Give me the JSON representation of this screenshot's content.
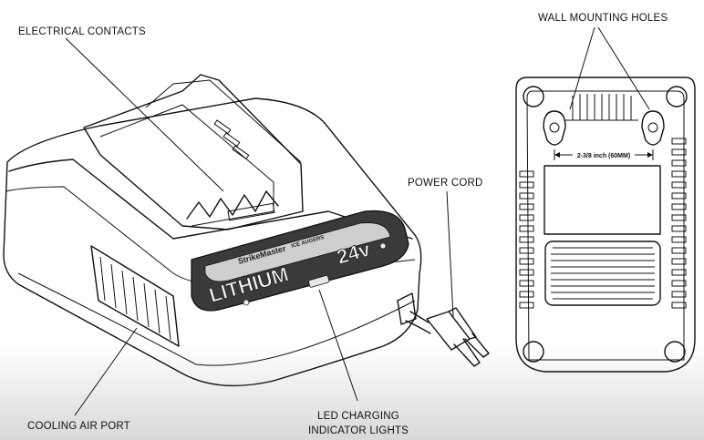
{
  "labels": {
    "electrical_contacts": "ELECTRICAL CONTACTS",
    "wall_mounting_holes": "WALL MOUNTING HOLES",
    "power_cord": "POWER CORD",
    "cooling_air_port": "COOLING AIR PORT",
    "led_line1": "LED CHARGING",
    "led_line2": "INDICATOR LIGHTS",
    "dimension": "2-3/8 inch (60MM)"
  },
  "product": {
    "brand": "StrikeMaster",
    "brand_sub": "ICE AUGERS",
    "model": "LITHIUM",
    "voltage": "24v"
  }
}
